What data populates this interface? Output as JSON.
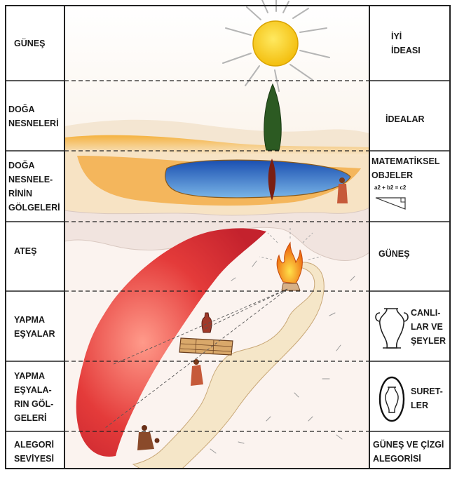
{
  "left_labels": [
    {
      "lines": [
        "GÜNEŞ"
      ]
    },
    {
      "lines": [
        "DOĞA",
        "NESNELERİ"
      ]
    },
    {
      "lines": [
        "DOĞA",
        "NESNELE-",
        "RİNİN",
        "GÖLGELERİ"
      ]
    },
    {
      "lines": [
        "ATEŞ"
      ]
    },
    {
      "lines": [
        "YAPMA",
        "EŞYALAR"
      ]
    },
    {
      "lines": [
        "YAPMA",
        "EŞYALA-",
        "RIN GÖL-",
        "GELERİ"
      ]
    },
    {
      "lines": [
        "ALEGORİ",
        "SEVİYESİ"
      ]
    }
  ],
  "right_labels": [
    {
      "lines": [
        "İYİ",
        "İDEASI"
      ]
    },
    {
      "lines": [
        "İDEALAR"
      ]
    },
    {
      "lines": [
        "MATEMATİKSEL",
        "OBJELER"
      ]
    },
    {
      "lines": [
        "GÜNEŞ"
      ]
    },
    {
      "lines": [
        "CANLI-",
        "LAR VE",
        "ŞEYLER"
      ]
    },
    {
      "lines": [
        "SURET-",
        "LER"
      ]
    },
    {
      "lines": [
        "GÜNEŞ VE ÇİZGİ",
        "ALEGORİSİ"
      ]
    }
  ],
  "formula": "a2 + b2 = c2",
  "colors": {
    "sun": "#f7d11a",
    "sun_rays": "#b9b9b9",
    "fire": "#f28a1a",
    "cave_red": "#e0343a",
    "lake": "#2f6fc9",
    "ground": "#f2c98e",
    "tree": "#2c5a22",
    "lines": "#222222"
  },
  "icons": [
    "sun-icon",
    "tree-icon",
    "lake-icon",
    "triangle-icon",
    "fire-icon",
    "vase-icon",
    "vase-shadow-icon"
  ]
}
